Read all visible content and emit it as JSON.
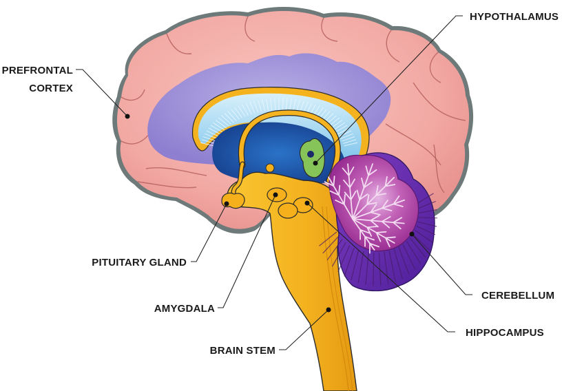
{
  "diagram": {
    "subject": "brain-sagittal-section",
    "colors": {
      "cortex": "#f2a7a3",
      "cortex_outline": "#6e7a7a",
      "ventricle_purple": "#a89ad8",
      "callosum_light": "#8fd0f0",
      "inner_blue": "#1f5fb0",
      "gold": "#f5b01c",
      "hypothalamus_green": "#86c45a",
      "cerebellum_magenta": "#b044a8",
      "cerebellum_violet": "#6a2fb0",
      "leader_line": "#222222"
    },
    "labels": {
      "prefrontal_cortex_line1": "PREFRONTAL",
      "prefrontal_cortex_line2": "CORTEX",
      "hypothalamus": "HYPOTHALAMUS",
      "pituitary_gland": "PITUITARY GLAND",
      "amygdala": "AMYGDALA",
      "brain_stem": "BRAIN STEM",
      "cerebellum": "CEREBELLUM",
      "hippocampus": "HIPPOCAMPUS"
    }
  }
}
